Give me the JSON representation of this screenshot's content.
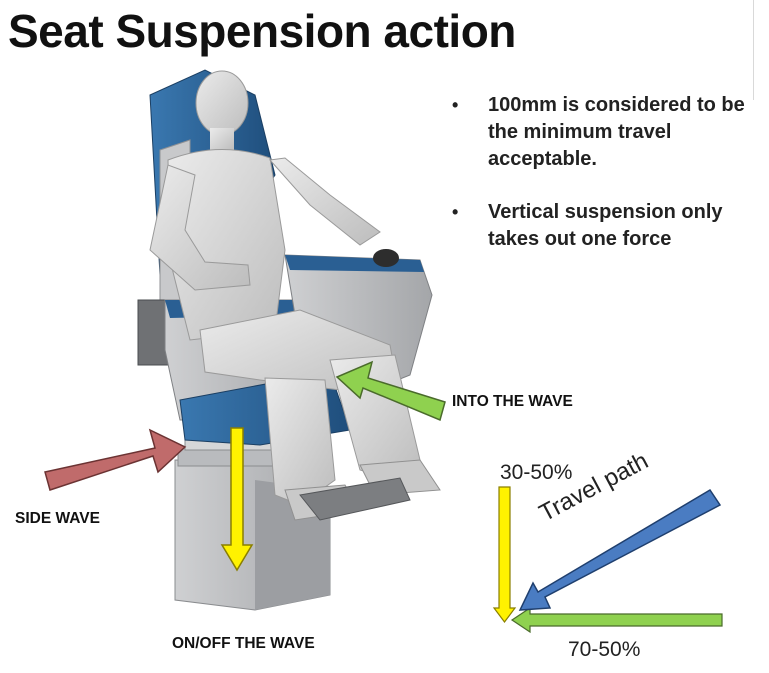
{
  "title": "Seat Suspension action",
  "bullets": [
    "100mm is considered to be the minimum travel acceptable.",
    "Vertical suspension only takes out one force"
  ],
  "labels": {
    "into_wave": "INTO THE  WAVE",
    "side_wave": "SIDE  WAVE",
    "onoff_wave": "ON/OFF THE  WAVE"
  },
  "travel_diagram": {
    "vertical_pct": "30-50%",
    "horizontal_pct": "70-50%",
    "travel_label": "Travel path"
  },
  "colors": {
    "seat_blue": "#2a5f93",
    "arrow_red": "#c06b6b",
    "arrow_green": "#8fd14f",
    "arrow_yellow": "#fff200",
    "arrow_blue": "#4a7cc2"
  }
}
